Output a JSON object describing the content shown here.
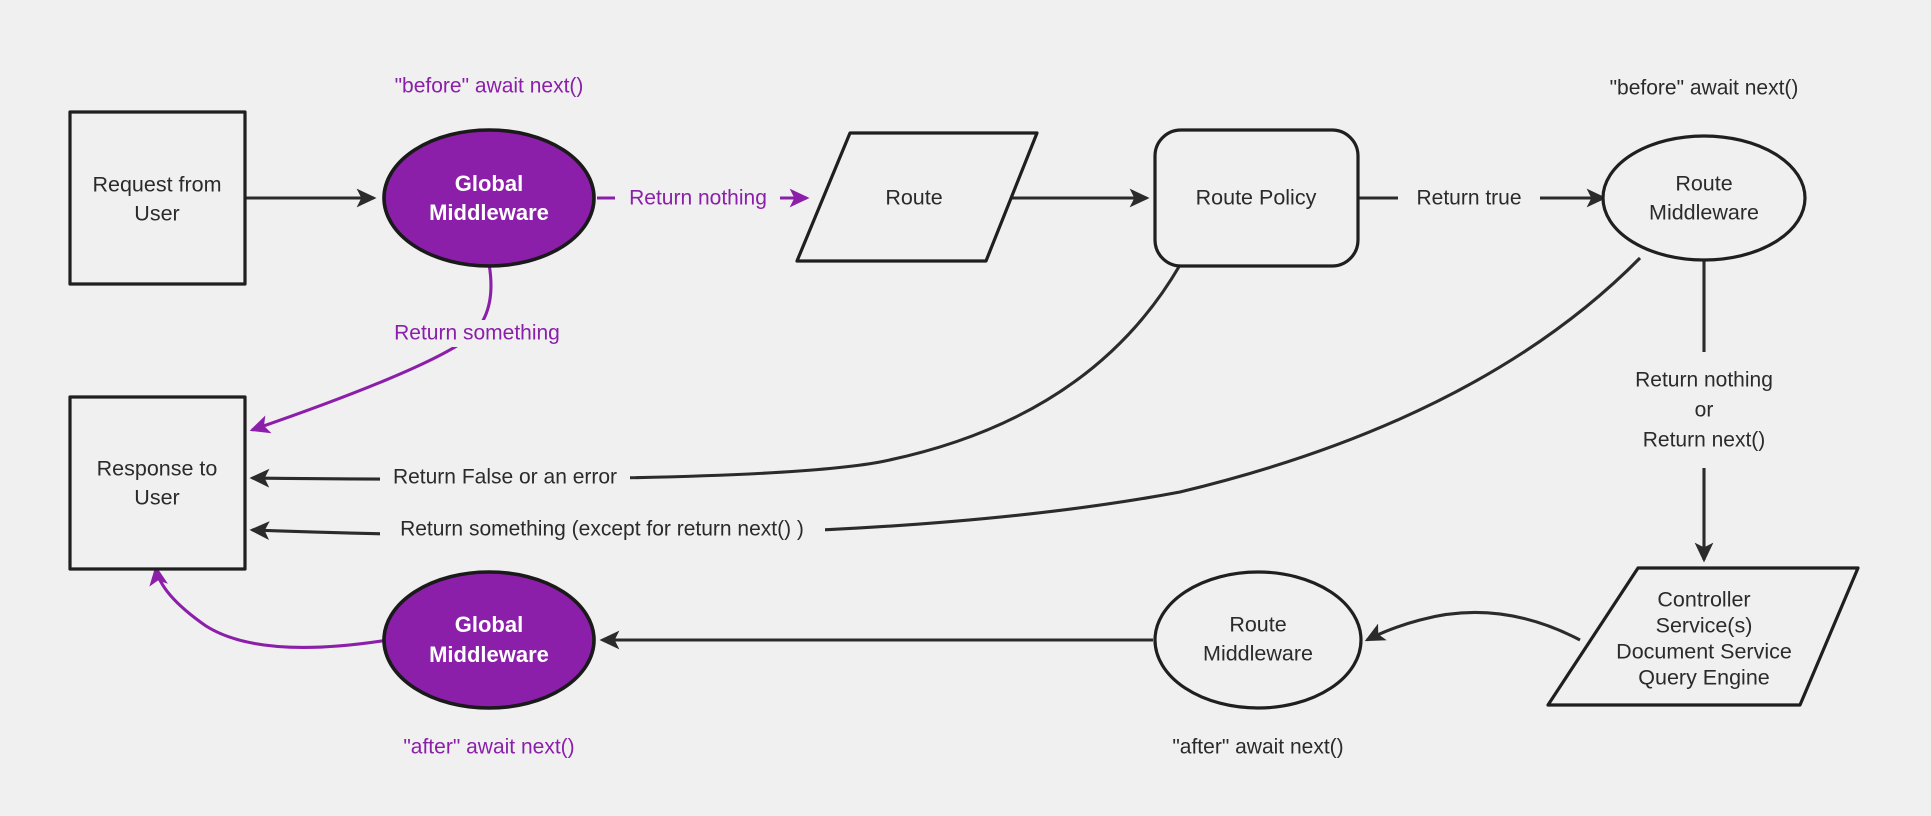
{
  "diagram": {
    "title": "Middleware request/response lifecycle flow",
    "colors": {
      "background": "#f0f0f0",
      "stroke": "#2b2b2b",
      "accent_purple": "#8b1fa9",
      "node_fill": "#f0f0f0",
      "highlight_text": "#ffffff"
    },
    "nodes": {
      "request": {
        "label_line1": "Request from",
        "label_line2": "User",
        "shape": "rectangle"
      },
      "global_middleware_top": {
        "label_line1": "Global",
        "label_line2": "Middleware",
        "shape": "ellipse",
        "filled": true
      },
      "route": {
        "label": "Route",
        "shape": "parallelogram"
      },
      "route_policy": {
        "label": "Route Policy",
        "shape": "rounded-rectangle"
      },
      "route_middleware_top": {
        "label_line1": "Route",
        "label_line2": "Middleware",
        "shape": "ellipse"
      },
      "controller": {
        "label_line1": "Controller",
        "label_line2": "Service(s)",
        "label_line3": "Document Service",
        "label_line4": "Query Engine",
        "shape": "parallelogram"
      },
      "route_middleware_bottom": {
        "label_line1": "Route",
        "label_line2": "Middleware",
        "shape": "ellipse"
      },
      "global_middleware_bottom": {
        "label_line1": "Global",
        "label_line2": "Middleware",
        "shape": "ellipse",
        "filled": true
      },
      "response": {
        "label_line1": "Response to",
        "label_line2": "User",
        "shape": "rectangle"
      }
    },
    "annotations": {
      "before_await_next_global": "\"before\" await next()",
      "before_await_next_route": "\"before\" await next()",
      "after_await_next_global": "\"after\" await next()",
      "after_await_next_route": "\"after\" await next()"
    },
    "edge_labels": {
      "return_nothing": "Return nothing",
      "return_something": "Return something",
      "return_true": "Return true",
      "return_false_or_error": "Return False or an error",
      "return_something_except": "Return something (except for return next() )",
      "route_mw_out_line1": "Return nothing",
      "route_mw_out_line2": "or",
      "route_mw_out_line3": "Return next()"
    }
  }
}
